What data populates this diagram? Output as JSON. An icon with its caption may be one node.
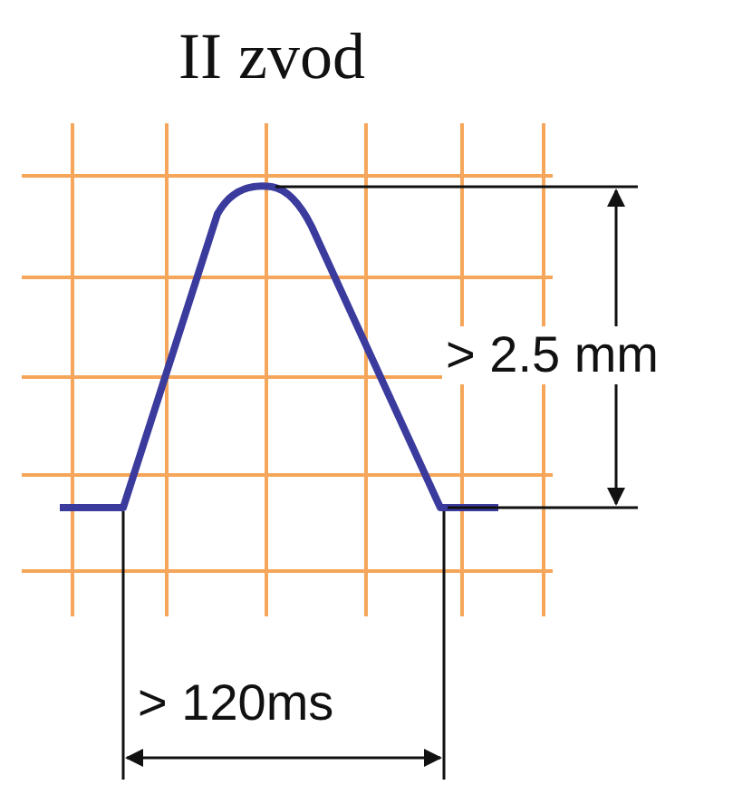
{
  "diagram": {
    "title": "II zvod",
    "labels": [
      "> 2.5 mm",
      "> 120ms"
    ]
  }
}
